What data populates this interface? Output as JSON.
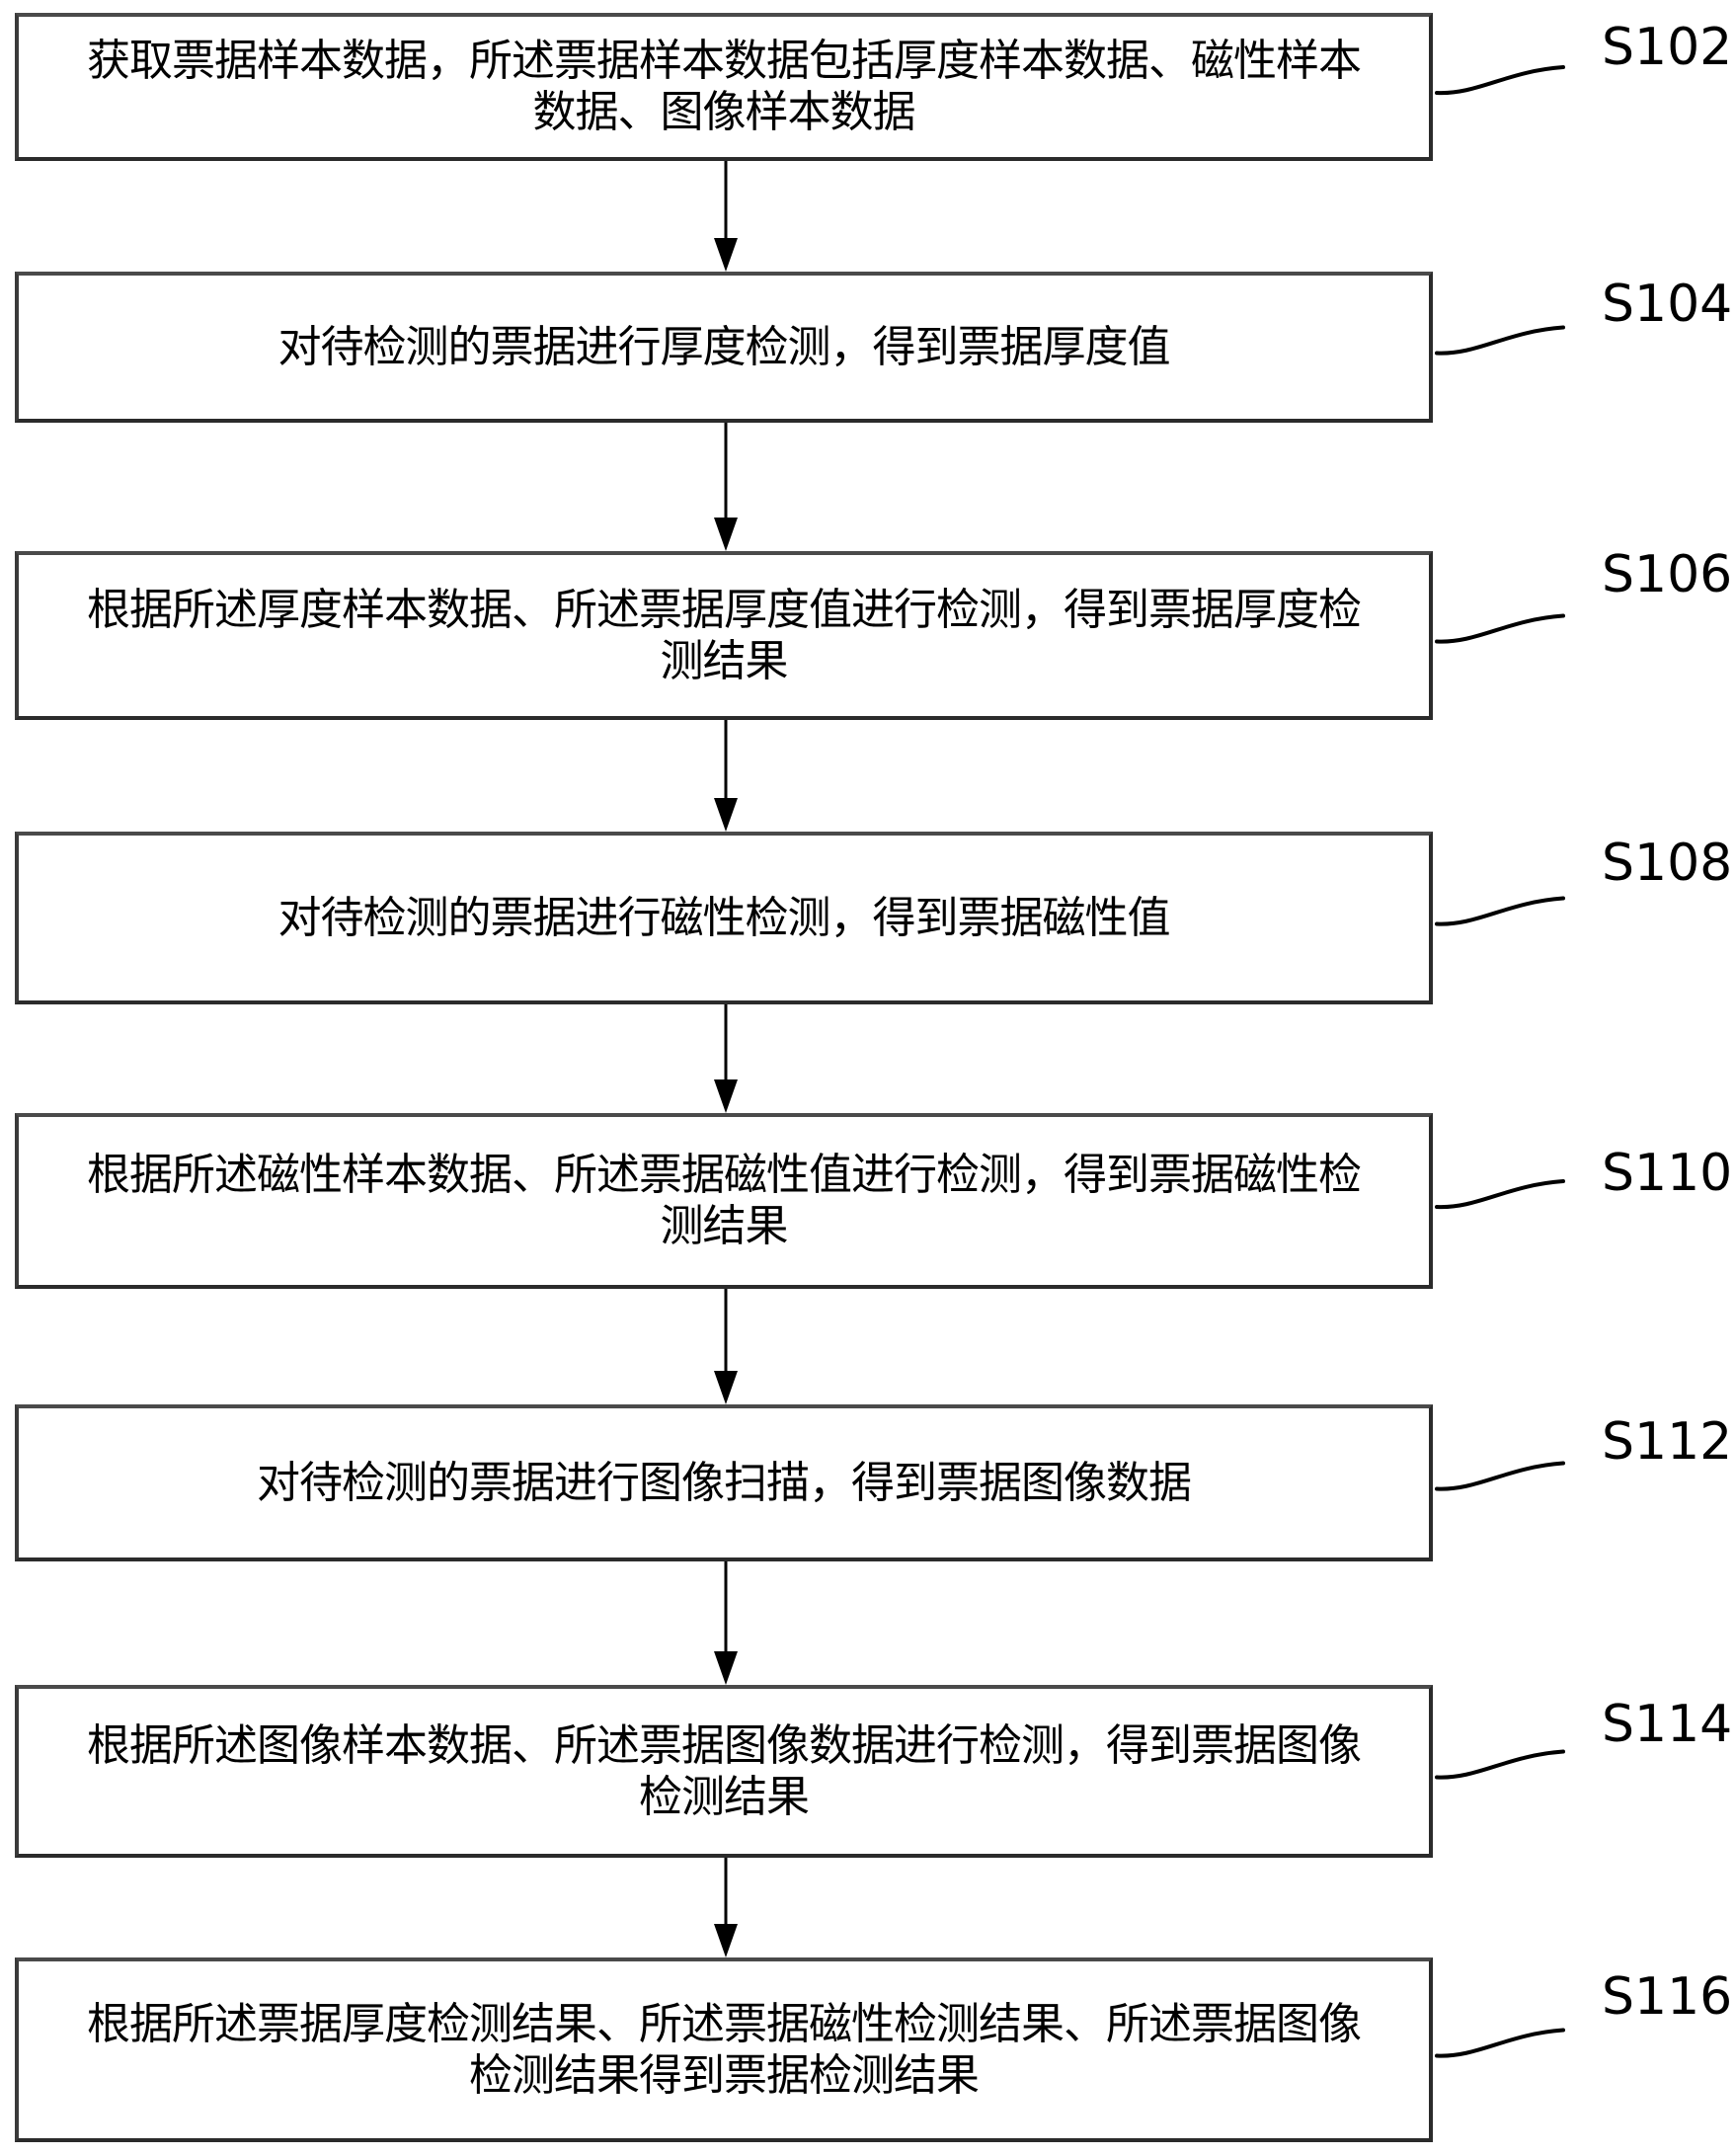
{
  "flowchart": {
    "colors": {
      "line": "#000000",
      "box_border": "#2b2b2b",
      "background": "#ffffff"
    },
    "steps": [
      {
        "id": "S102",
        "label": "S102",
        "text": "获取票据样本数据，所述票据样本数据包括厚度样本数据、磁性样本\n数据、图像样本数据"
      },
      {
        "id": "S104",
        "label": "S104",
        "text": "对待检测的票据进行厚度检测，得到票据厚度值"
      },
      {
        "id": "S106",
        "label": "S106",
        "text": "根据所述厚度样本数据、所述票据厚度值进行检测，得到票据厚度检\n测结果"
      },
      {
        "id": "S108",
        "label": "S108",
        "text": "对待检测的票据进行磁性检测，得到票据磁性值"
      },
      {
        "id": "S110",
        "label": "S110",
        "text": "根据所述磁性样本数据、所述票据磁性值进行检测，得到票据磁性检\n测结果"
      },
      {
        "id": "S112",
        "label": "S112",
        "text": "对待检测的票据进行图像扫描，得到票据图像数据"
      },
      {
        "id": "S114",
        "label": "S114",
        "text": "根据所述图像样本数据、所述票据图像数据进行检测，得到票据图像\n检测结果"
      },
      {
        "id": "S116",
        "label": "S116",
        "text": "根据所述票据厚度检测结果、所述票据磁性检测结果、所述票据图像\n检测结果得到票据检测结果"
      }
    ]
  }
}
